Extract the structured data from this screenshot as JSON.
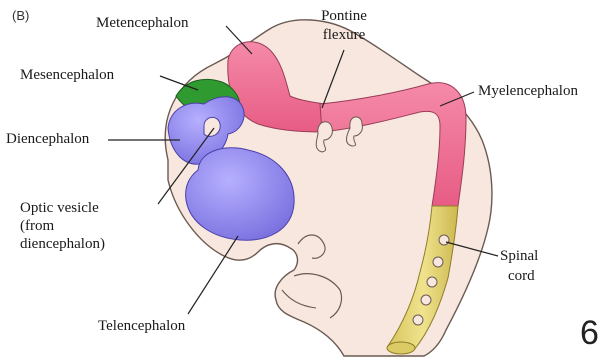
{
  "figure": {
    "panel_label": "(B)",
    "page_number": "6",
    "labels": {
      "metencephalon": "Metencephalon",
      "pontine_flexure_1": "Pontine",
      "pontine_flexure_2": "flexure",
      "mesencephalon": "Mesencephalon",
      "diencephalon": "Diencephalon",
      "myelencephalon": "Myelencephalon",
      "optic_vesicle_1": "Optic vesicle",
      "optic_vesicle_2": "(from",
      "optic_vesicle_3": "diencephalon)",
      "spinal_cord_1": "Spinal",
      "spinal_cord_2": "cord",
      "telencephalon": "Telencephalon"
    },
    "colors": {
      "embryo_body": "#f7e7de",
      "embryo_outline": "#6b5a52",
      "hindbrain_pink": "#f06a8f",
      "midbrain_green": "#2f9a2f",
      "forebrain_violet": "#8e86ea",
      "spinal_yellow": "#e6d77a"
    }
  }
}
